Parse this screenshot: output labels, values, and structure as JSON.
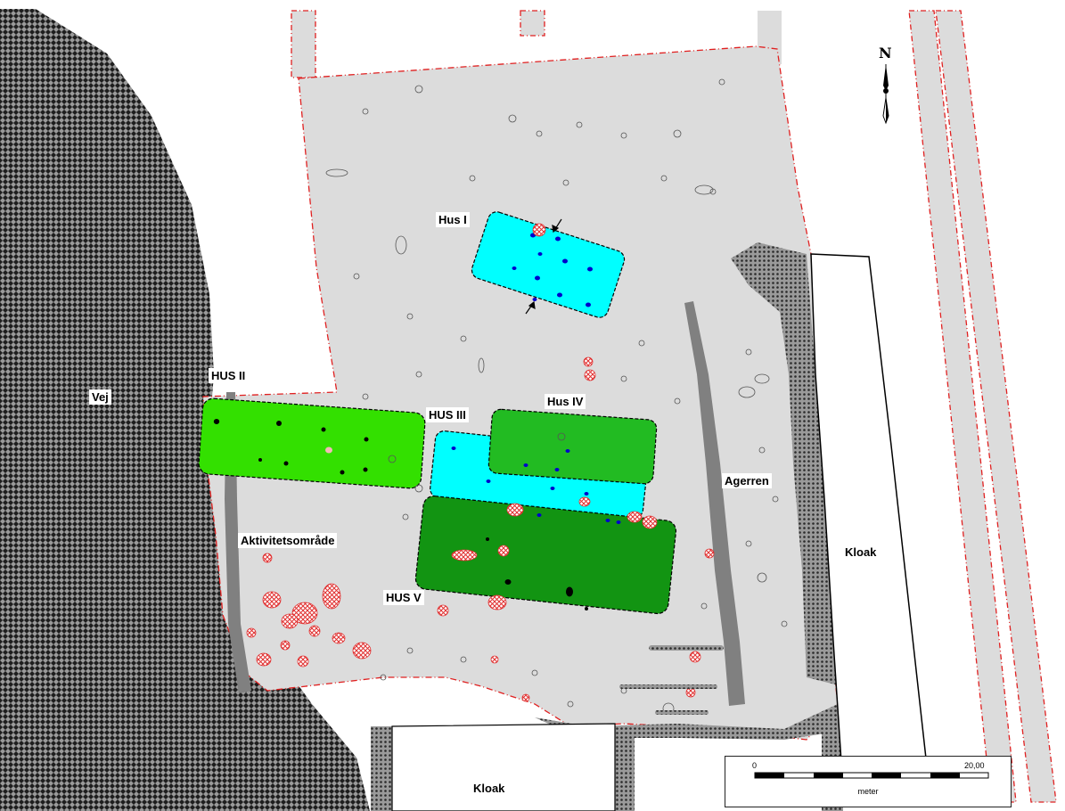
{
  "labels": {
    "hus1": "Hus I",
    "hus2": "HUS II",
    "hus3": "HUS III",
    "hus4": "Hus IV",
    "hus5": "HUS V",
    "vej": "Vej",
    "agerren": "Agerren",
    "aktivitet": "Aktivitetsområde",
    "kloak_right": "Kloak",
    "kloak_bottom": "Kloak"
  },
  "north_arrow": {
    "letter": "N"
  },
  "scale_bar": {
    "start": "0",
    "end": "20,00",
    "unit": "meter"
  },
  "colors": {
    "excavation_area": "#dcdcdc",
    "house_cyan": "#00ffff",
    "house_light_green": "#33e000",
    "house_mid_green": "#22bb22",
    "house_dark_green": "#129412",
    "road": "#1e1e1e",
    "trench": "#808080",
    "pit_hatch": "#e03030",
    "boundary_line": "#e02020",
    "posthole_blue": "#0000cc"
  }
}
